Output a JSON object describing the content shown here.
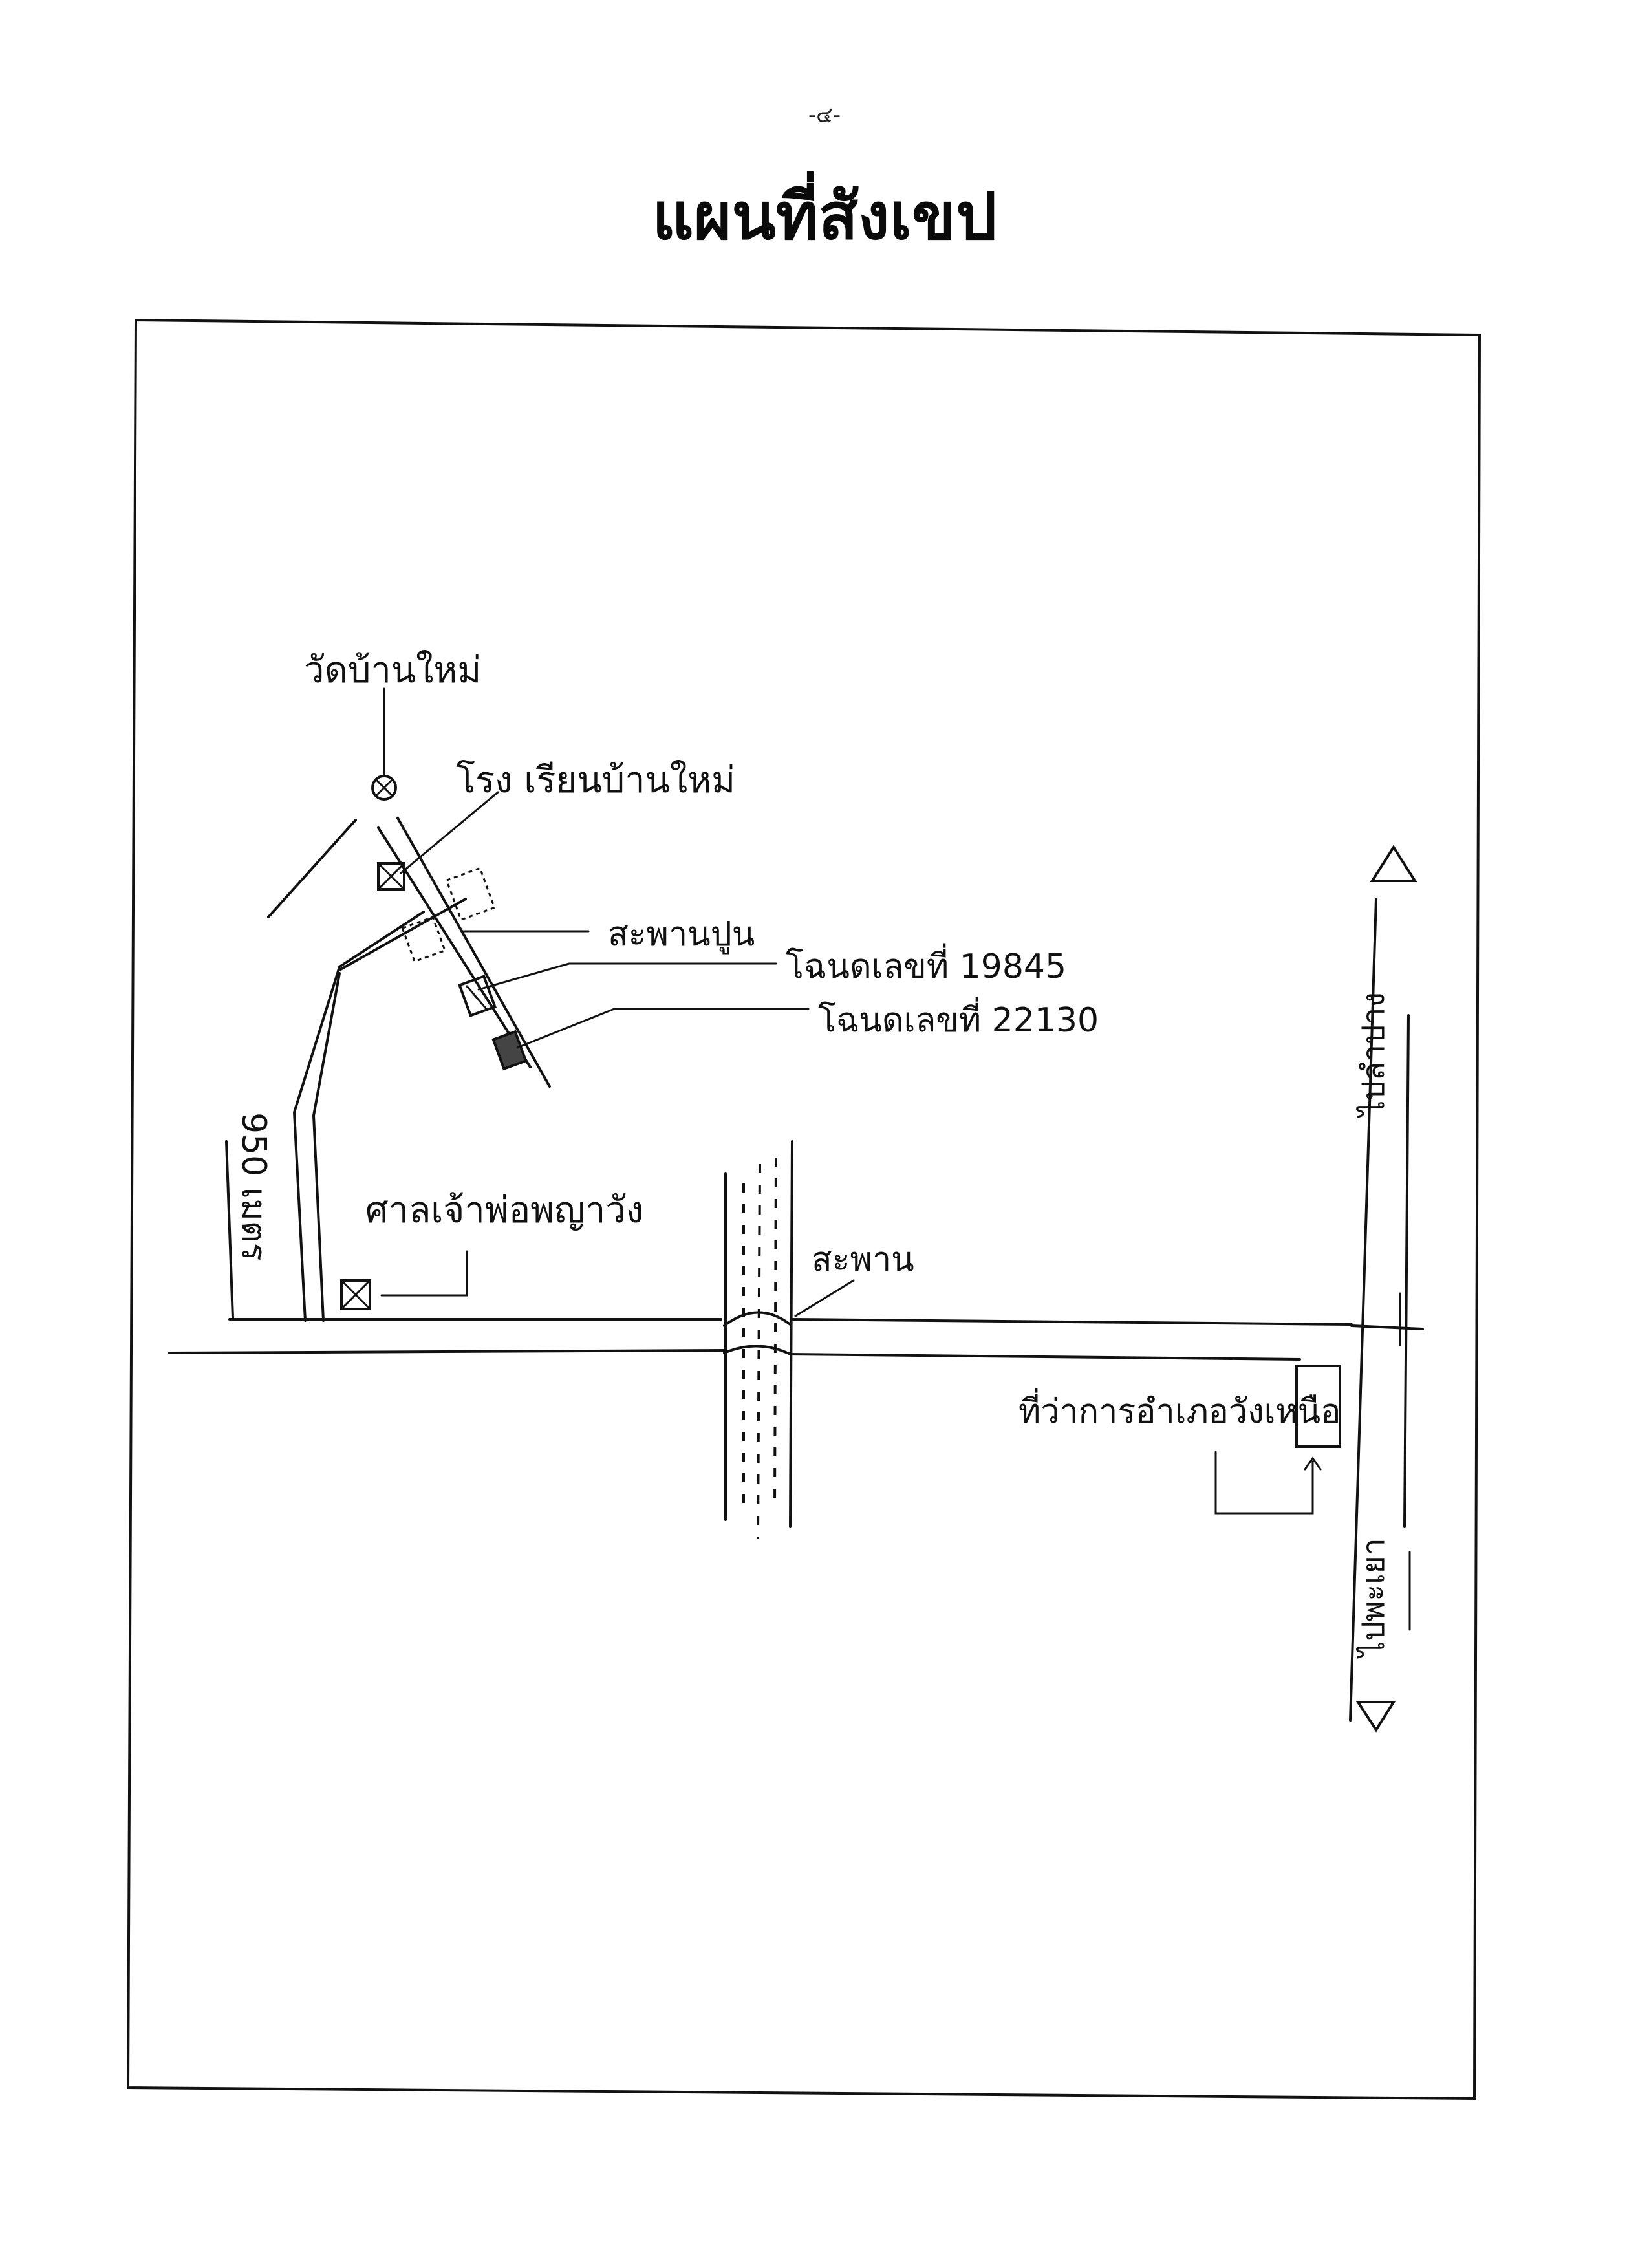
{
  "page_number": "-๔-",
  "title": "แผนที่สังเขป",
  "map": {
    "labels": {
      "temple": "วัดบ้านใหม่",
      "school": "โรง เรียนบ้านใหม่",
      "concrete_bridge": "สะพานปูน",
      "deed_1": "โฉนดเลขที่ 19845",
      "deed_2": "โฉนดเลขที่ 22130",
      "distance": "950 เมตร",
      "shrine": "ศาลเจ้าพ่อพญาวัง",
      "bridge": "สะพาน",
      "district_office": "ที่ว่าการอำเภอวังเหนือ",
      "road_north": "ไปลำปาง",
      "road_south": "ไปพะเยา"
    },
    "colors": {
      "ink": "#111111",
      "paper": "#ffffff"
    }
  }
}
